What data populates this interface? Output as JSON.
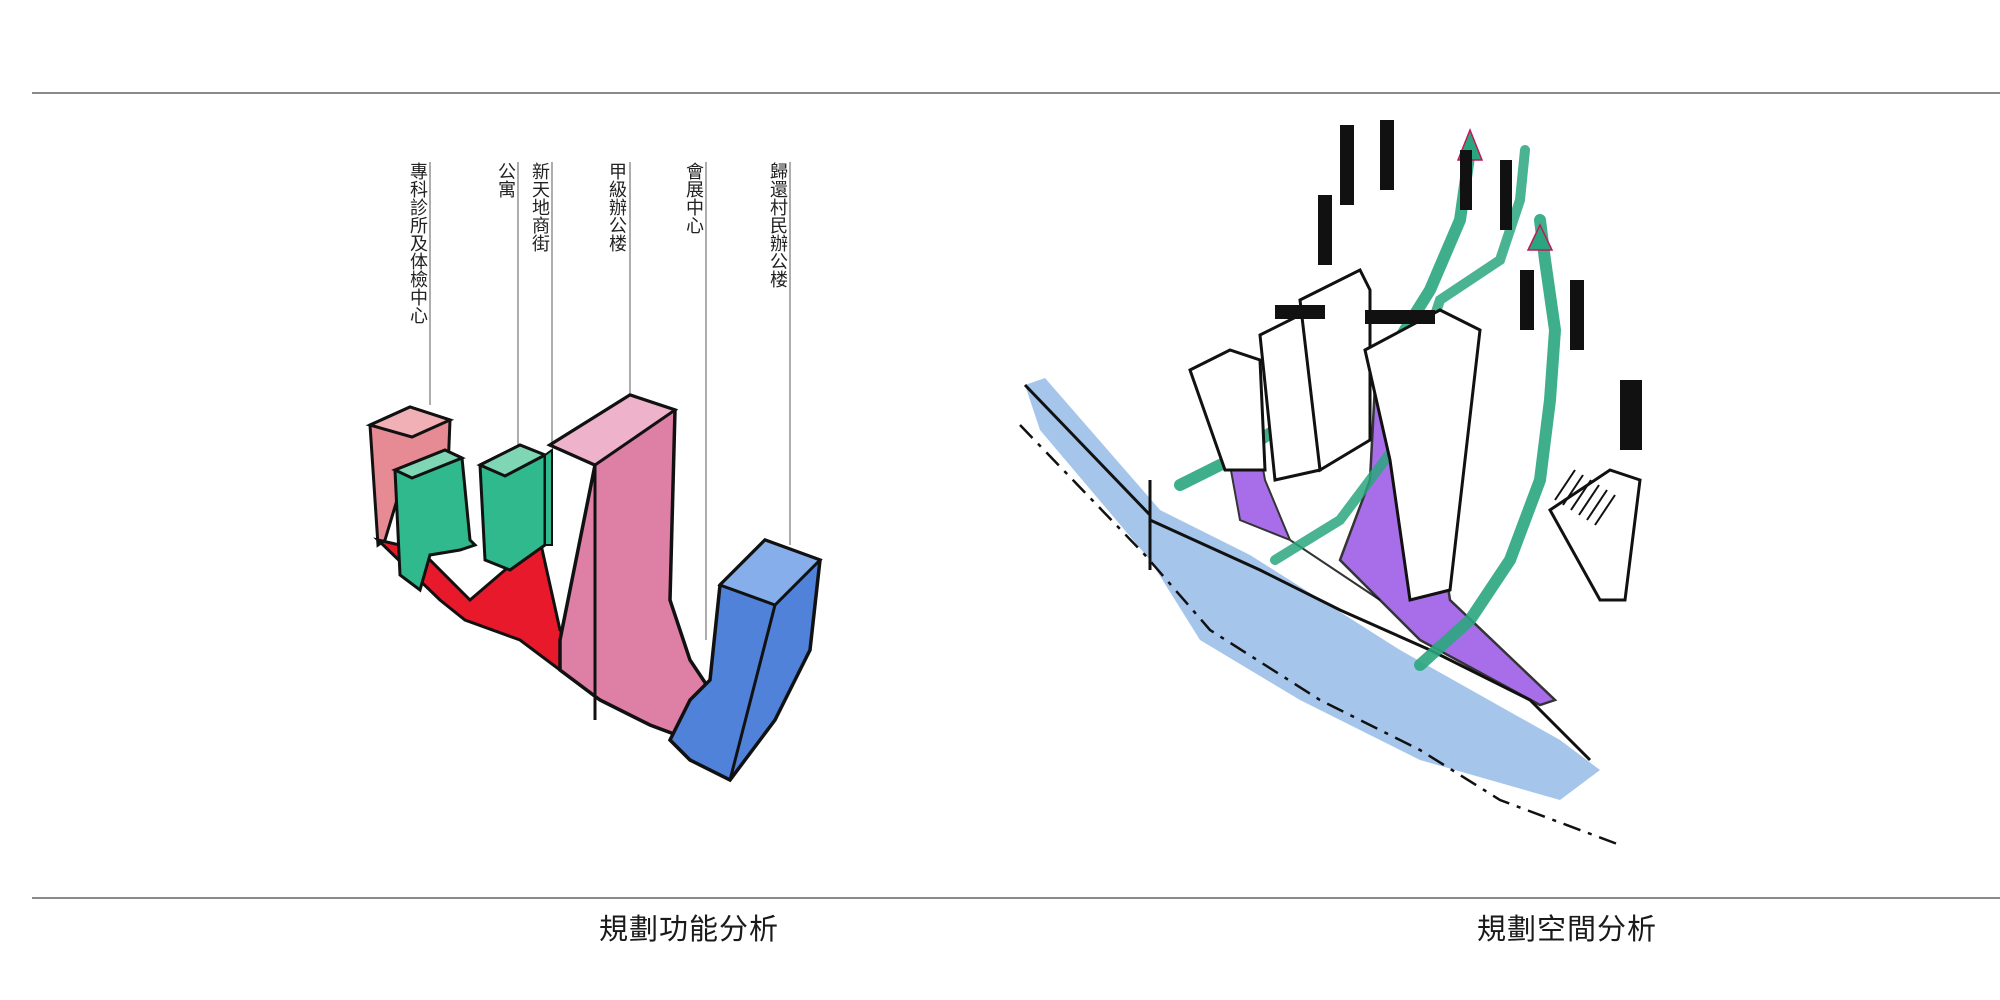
{
  "left_panel": {
    "caption": "規劃功能分析",
    "labels": [
      "專科診所及体檢中心",
      "公寓",
      "新天地商街",
      "甲級辦公楼",
      "會展中心",
      "歸還村民辦公楼"
    ]
  },
  "right_panel": {
    "caption": "規劃空間分析"
  },
  "colors": {
    "clinic": "#e68a93",
    "apartment": "#2fb98d",
    "retail": "#e8192b",
    "office": "#de7fa6",
    "convention": "#4f82d8",
    "villager_office": "#4f82d8",
    "river": "#8fb6e6",
    "plaza": "#9a55e6",
    "green_path": "#2aa67e",
    "rule": "#8a8a8a"
  }
}
